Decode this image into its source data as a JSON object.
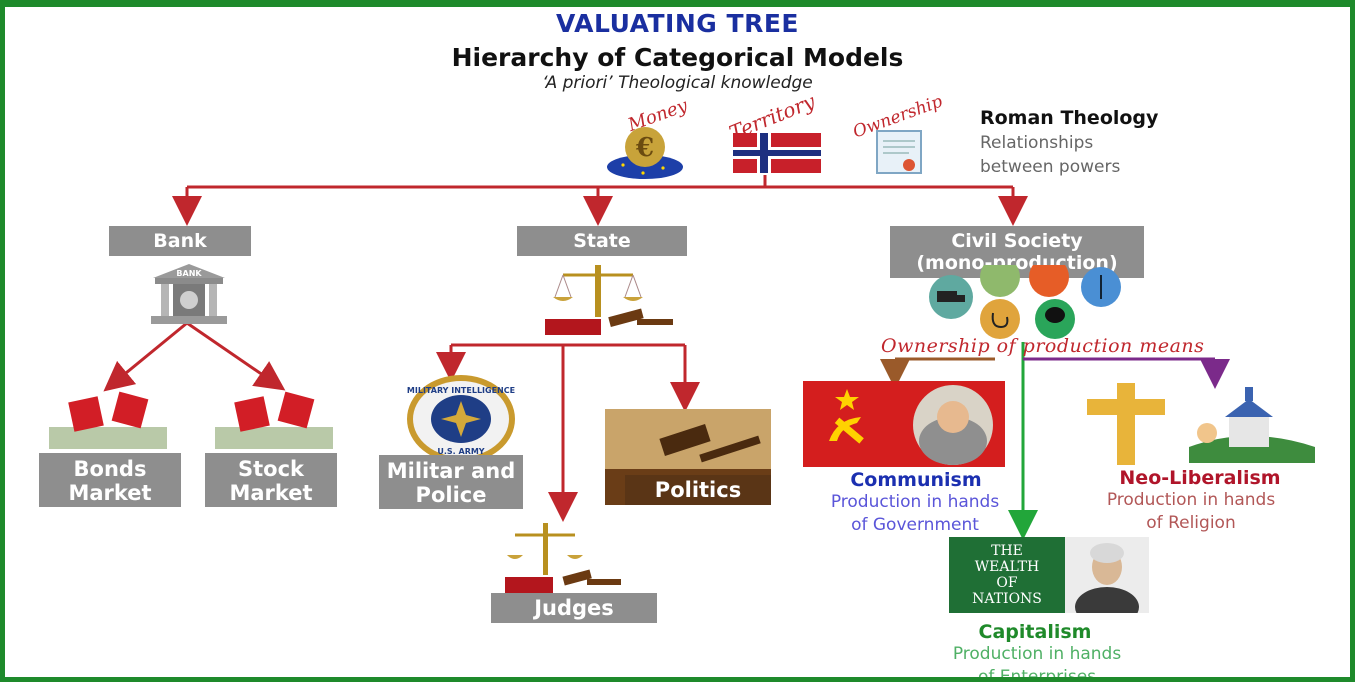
{
  "header": {
    "title": "VALUATING TREE",
    "subtitle": "Hierarchy of Categorical Models",
    "tagline": "‘A priori’ Theological knowledge"
  },
  "symbols": {
    "money": "Money",
    "territory": "Territory",
    "ownership": "Ownership",
    "euro_glyph": "€"
  },
  "roman": {
    "heading": "Roman Theology",
    "line1": "Relationships",
    "line2": "between powers"
  },
  "branches": {
    "bank": "Bank",
    "state": "State",
    "civil_line1": "Civil Society",
    "civil_line2": "(mono-production)"
  },
  "bank_icon_text": "BANK",
  "markets": {
    "bonds_line1": "Bonds",
    "bonds_line2": "Market",
    "stock_line1": "Stock",
    "stock_line2": "Market"
  },
  "state_children": {
    "militar_line1": "Militar and",
    "militar_line2": "Police",
    "politics": "Politics",
    "judges": "Judges"
  },
  "badge": {
    "top": "MILITARY INTELLIGENCE",
    "bottom": "U.S. ARMY"
  },
  "ownership_label": "Ownership of production means",
  "systems": {
    "communism": {
      "name": "Communism",
      "line1": "Production in hands",
      "line2": "of Government"
    },
    "neoliberalism": {
      "name": "Neo-Liberalism",
      "line1": "Production in hands",
      "line2": "of Religion"
    },
    "capitalism": {
      "name": "Capitalism",
      "line1": "Production in hands",
      "line2": "of Enterprises"
    }
  },
  "book": {
    "line1": "THE",
    "line2": "WEALTH",
    "line3": "OF",
    "line4": "NATIONS"
  },
  "colors": {
    "frame": "#1e8a2b",
    "arrow_red": "#c0272d",
    "arrow_brown": "#9a5a2a",
    "arrow_green": "#22a63a",
    "arrow_purple": "#7b2a8a",
    "box_gray": "#8e8e8e",
    "communism": "#1b2fb0",
    "neoliberalism": "#b0152a",
    "capitalism": "#1f8a2a"
  }
}
